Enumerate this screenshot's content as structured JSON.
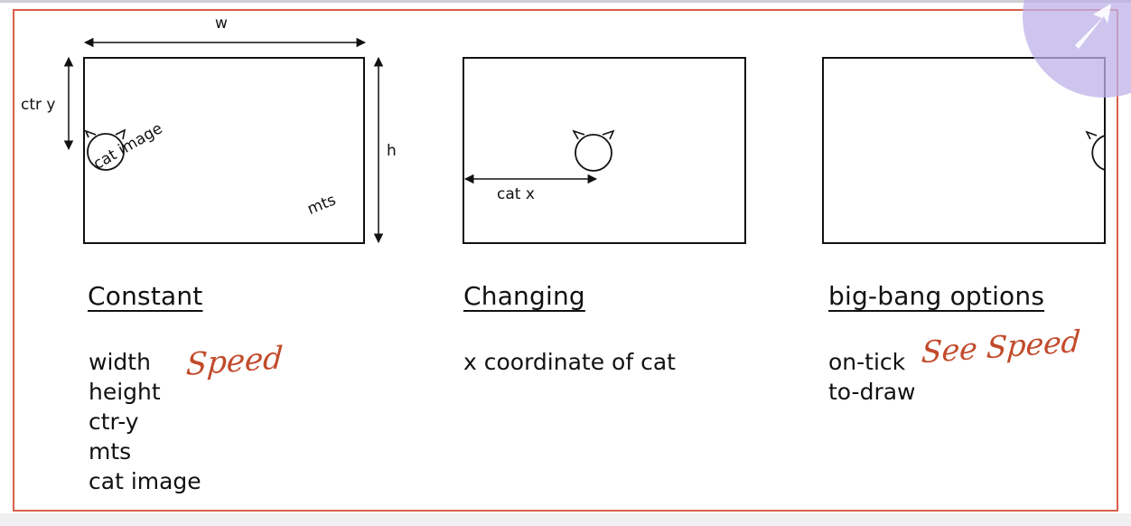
{
  "panel_constant": {
    "label_w": "w",
    "label_h": "h",
    "label_ctr_y": "ctr y",
    "label_cat_image": "cat image",
    "label_mts": "mts",
    "heading": "Constant",
    "items": [
      "width",
      "height",
      "ctr-y",
      "mts",
      "cat image"
    ],
    "annotation": "Speed"
  },
  "panel_changing": {
    "label_cat_x": "cat x",
    "heading": "Changing",
    "items": [
      "x coordinate of cat"
    ]
  },
  "panel_bigbang": {
    "heading": "big-bang options",
    "items": [
      "on-tick",
      "to-draw"
    ],
    "annotation": "See Speed"
  },
  "colors": {
    "frame_border": "#d9604a",
    "annotation_ink": "#c24a2a",
    "cursor_overlay": "#beb2e8"
  }
}
